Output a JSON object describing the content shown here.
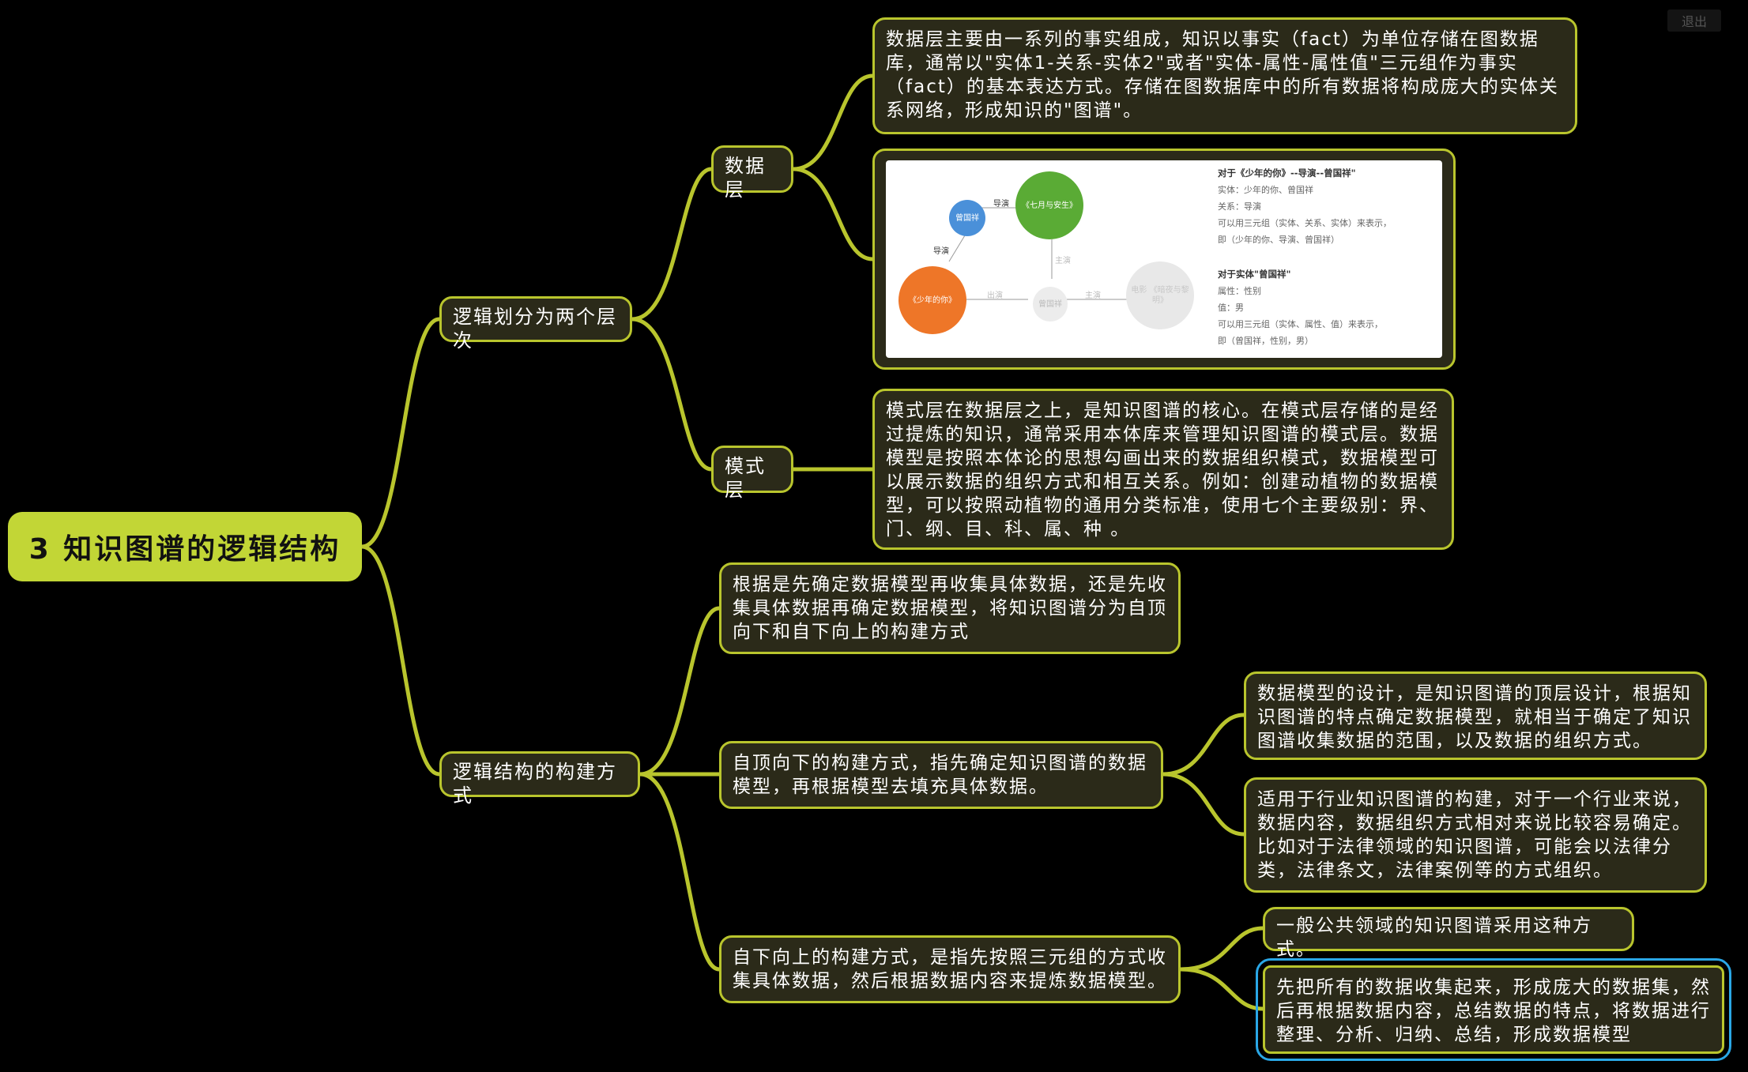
{
  "app": {
    "exit_label": "退出"
  },
  "root": {
    "label": "3 知识图谱的逻辑结构"
  },
  "branch_layers": {
    "label": "逻辑划分为两个层次",
    "data_layer": {
      "label": "数据层",
      "description": " 数据层主要由一系列的事实组成，知识以事实（fact）为单位存储在图数据库，通常以\"实体1-关系-实体2\"或者\"实体-属性-属性值\"三元组作为事实（fact）的基本表达方式。存储在图数据库中的所有数据将构成庞大的实体关系网络，形成知识的\"图谱\"。",
      "image": {
        "nodes": {
          "zengguoxiang": "曾国祥",
          "qiyue": "《七月与安生》",
          "shaonian": "《少年的你》",
          "faint_center": "曾国祥",
          "faint_movie": "电影 《暗夜与黎明》"
        },
        "edge_labels": {
          "director_top": "导演",
          "director_left": "导演",
          "faint_1": "出演",
          "faint_2": "主演",
          "faint_3": "主演"
        },
        "text_block_1": {
          "title": "对于《少年的你》--导演--曾国祥\"",
          "lines": [
            "实体：少年的你、曾国祥",
            "关系：导演",
            "可以用三元组（实体、关系、实体）来表示，",
            "即（少年的你、导演、曾国祥）"
          ]
        },
        "text_block_2": {
          "title": "对于实体\"曾国祥\"",
          "lines": [
            "属性：性别",
            "值：男",
            "可以用三元组（实体、属性、值）来表示，",
            "即（曾国祥，性别，男）"
          ]
        }
      }
    },
    "schema_layer": {
      "label": "模式层",
      "description": "模式层在数据层之上，是知识图谱的核心。在模式层存储的是经过提炼的知识，通常采用本体库来管理知识图谱的模式层。数据模型是按照本体论的思想勾画出来的数据组织模式，数据模型可以展示数据的组织方式和相互关系。例如：创建动植物的数据模型，可以按照动植物的通用分类标准，使用七个主要级别：界、门、纲、目、科、属、种 。"
    }
  },
  "branch_construction": {
    "label": "逻辑结构的构建方式",
    "intro": "根据是先确定数据模型再收集具体数据，还是先收集具体数据再确定数据模型，将知识图谱分为自顶向下和自下向上的构建方式",
    "top_down": {
      "label": "自顶向下的构建方式，指先确定知识图谱的数据模型，再根据模型去填充具体数据。",
      "details": [
        "数据模型的设计，是知识图谱的顶层设计，根据知识图谱的特点确定数据模型，就相当于确定了知识图谱收集数据的范围，以及数据的组织方式。",
        "适用于行业知识图谱的构建，对于一个行业来说，数据内容，数据组织方式相对来说比较容易确定。比如对于法律领域的知识图谱，可能会以法律分类，法律条文，法律案例等的方式组织。"
      ]
    },
    "bottom_up": {
      "label": "自下向上的构建方式，是指先按照三元组的方式收集具体数据，然后根据数据内容来提炼数据模型。",
      "details": [
        "一般公共领域的知识图谱采用这种方式。",
        "先把所有的数据收集起来，形成庞大的数据集，然后再根据数据内容，总结数据的特点，将数据进行整理、分析、归纳、总结，形成数据模型"
      ]
    }
  },
  "colors": {
    "line": "#b9c52d",
    "node_fill": "#2b2a19",
    "root_fill": "#c2d636",
    "selection": "#2aa7e6"
  }
}
